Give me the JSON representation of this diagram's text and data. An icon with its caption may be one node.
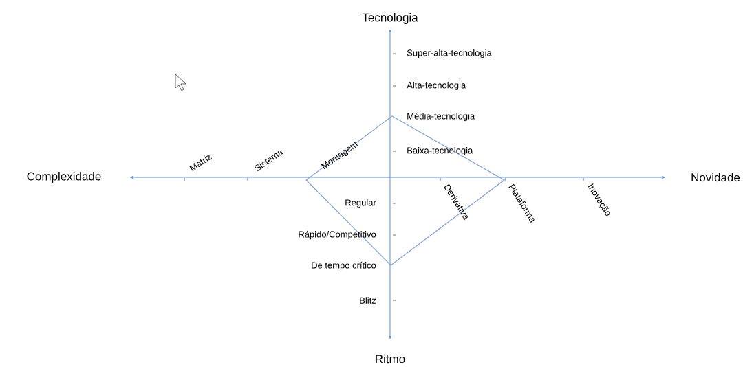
{
  "diagram": {
    "labels": [
      "Tecnologia",
      "Super-alta-tecnologia",
      "Alta-tecnologia",
      "Média-tecnologia",
      "Matriz",
      "Sistema",
      "Montagem",
      "Baixa-tecnologia",
      "Complexidade",
      "Novidade",
      "Regular",
      "Derivativa",
      "Plataforma",
      "Inovação",
      "Rápido/Competitivo",
      "De tempo crítico",
      "Blitz",
      "Ritmo"
    ]
  }
}
